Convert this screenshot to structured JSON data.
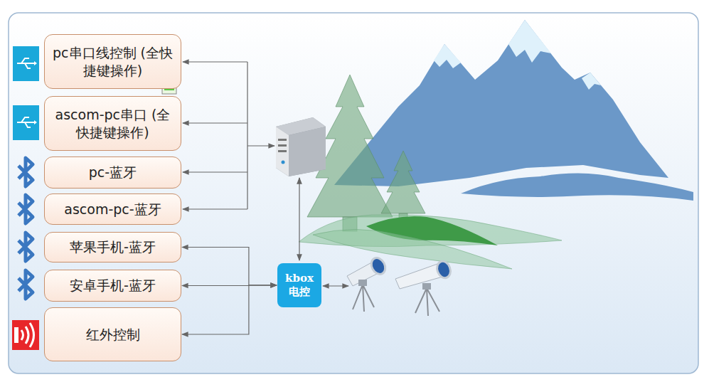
{
  "diagram": {
    "nodes": [
      {
        "text": [
          "pc串口线控制 (全快捷键操作)"
        ]
      },
      {
        "text": [
          "ascom-pc串口 (全快捷键操作)"
        ]
      },
      {
        "text": [
          "pc-蓝牙"
        ]
      },
      {
        "text": [
          "ascom-pc-蓝牙"
        ]
      },
      {
        "text": [
          "苹果手机-蓝牙"
        ]
      },
      {
        "text": [
          "安卓手机-蓝牙"
        ]
      },
      {
        "text": [
          "红外控制"
        ]
      },
      {
        "text": [
          "kbox 电控"
        ]
      }
    ],
    "edges": [
      {
        "from": 7,
        "to": 4,
        "arrow": "both"
      },
      {
        "from": 7,
        "to": 5,
        "arrow": "both"
      },
      {
        "from": 7,
        "to": 6,
        "arrow": "both"
      }
    ]
  }
}
